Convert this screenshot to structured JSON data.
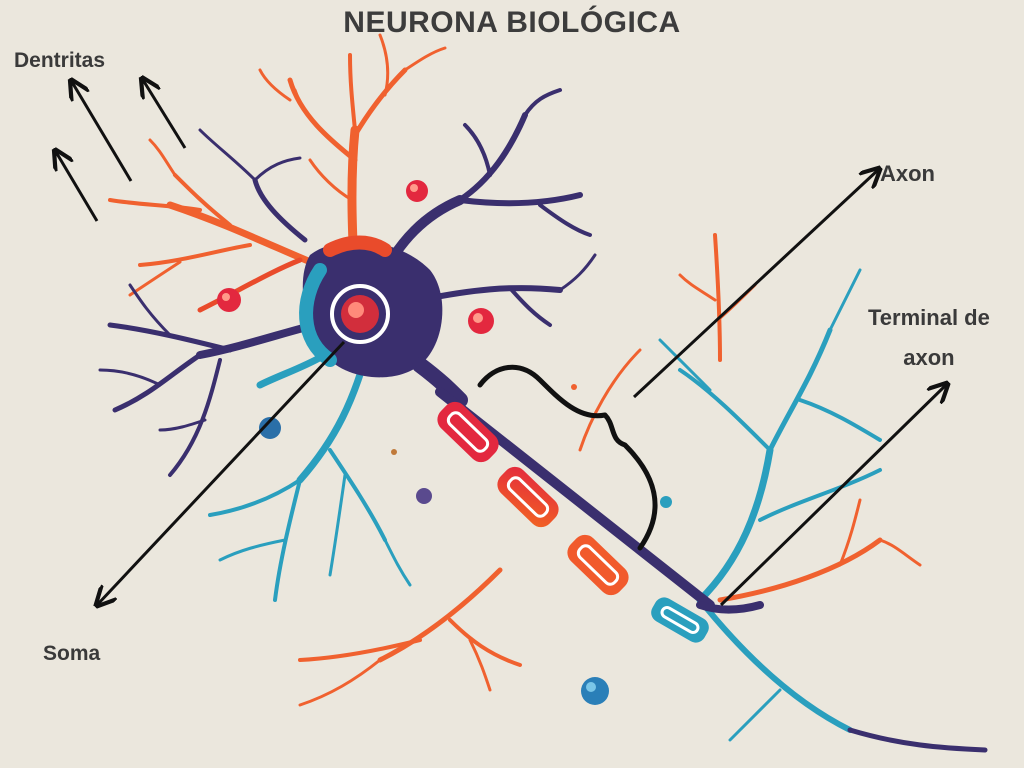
{
  "title": "NEURONA BIOLÓGICA",
  "labels": {
    "dendrites": "Dentritas",
    "axon": "Axon",
    "axon_terminal_line1": "Terminal de",
    "axon_terminal_line2": "axon",
    "soma": "Soma"
  },
  "colors": {
    "background": "#ebe7dd",
    "dendrite_orange": "#f0612f",
    "dendrite_purple": "#3a2f6e",
    "dendrite_teal": "#2a9fbe",
    "myelin_red": "#e3283f",
    "myelin_orange": "#f26522",
    "arrow": "#111111",
    "text": "#3a3a3a"
  }
}
